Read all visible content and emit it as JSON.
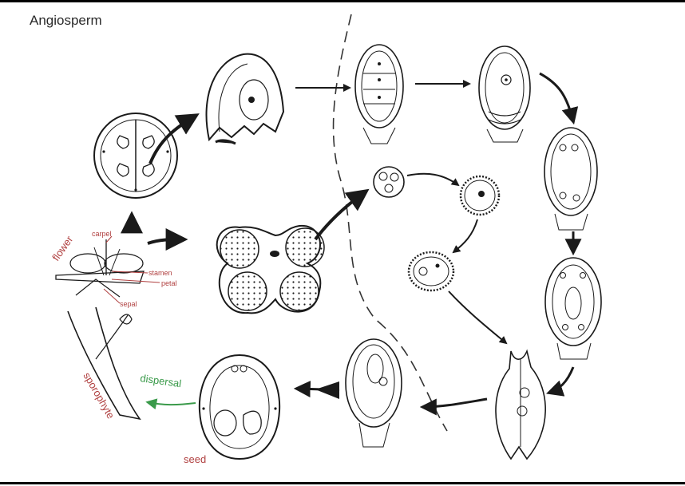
{
  "diagram": {
    "title": "Angiosperm",
    "labels": {
      "flower": "flower",
      "carpel": "carpel",
      "stamen": "stamen",
      "petal": "petal",
      "sepal": "sepal",
      "sporophyte": "sporophyte",
      "dispersal": "dispersal",
      "seed": "seed"
    },
    "colors": {
      "label_red": "#b04040",
      "label_green": "#3a9a4a",
      "ink": "#1a1a1a"
    }
  }
}
